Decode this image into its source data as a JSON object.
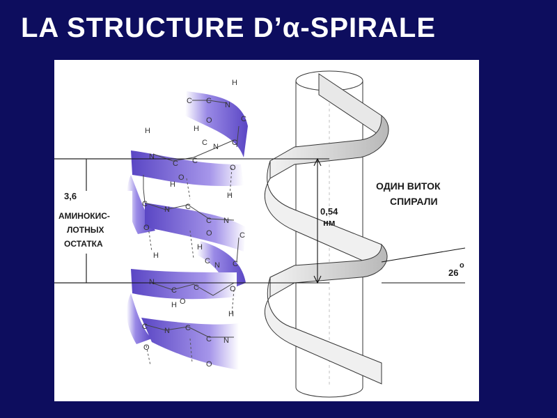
{
  "slide": {
    "title": "LA STRUCTURE D’α-SPIRALE"
  },
  "labels": {
    "residues_count": "3,6",
    "residues_line1": "АМИНОКИС-",
    "residues_line2": "ЛОТНЫХ",
    "residues_line3": "ОСТАТКА",
    "turn_line1": "ОДИН ВИТОК",
    "turn_line2": "СПИРАЛИ",
    "pitch_value": "0,54",
    "pitch_unit": "нм",
    "angle_value": "26",
    "angle_unit": "о"
  },
  "atoms": {
    "carbon": "C",
    "nitrogen": "N",
    "oxygen": "O",
    "hydrogen": "H"
  },
  "colors": {
    "background": "#0d0d5e",
    "panel": "#ffffff",
    "helix_ribbon": "#7b68d8",
    "cylinder_ribbon": "#d3d3d3"
  }
}
